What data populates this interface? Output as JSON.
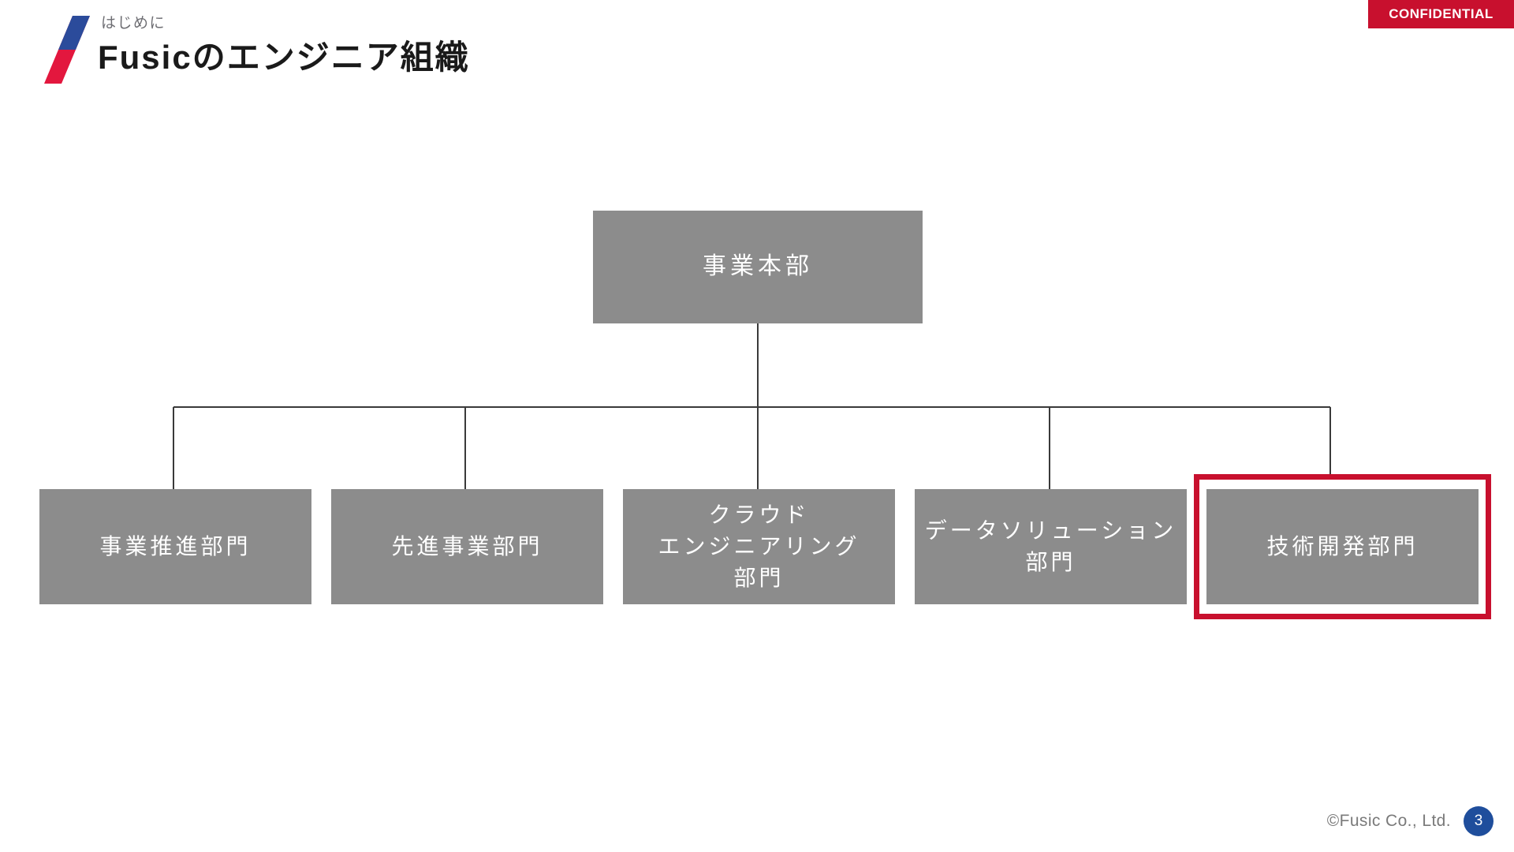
{
  "colors": {
    "accent_red": "#C8102E",
    "node_gray": "#8C8C8C",
    "page_navy": "#1F4E9C",
    "logo_blue": "#2B4B9B",
    "logo_red": "#E3173E",
    "connector_line": "#3A3A3A"
  },
  "badge": {
    "label": "CONFIDENTIAL"
  },
  "header": {
    "eyebrow": "はじめに",
    "title": "Fusicのエンジニア組織"
  },
  "org_chart": {
    "root": {
      "label": "事業本部"
    },
    "children": [
      {
        "label": "事業推進部門",
        "highlighted": false
      },
      {
        "label": "先進事業部門",
        "highlighted": false
      },
      {
        "label": "クラウド\nエンジニアリング\n部門",
        "highlighted": false
      },
      {
        "label": "データソリューション\n部門",
        "highlighted": false
      },
      {
        "label": "技術開発部門",
        "highlighted": true
      }
    ]
  },
  "footer": {
    "copyright": "©Fusic Co., Ltd.",
    "page_number": "3"
  }
}
